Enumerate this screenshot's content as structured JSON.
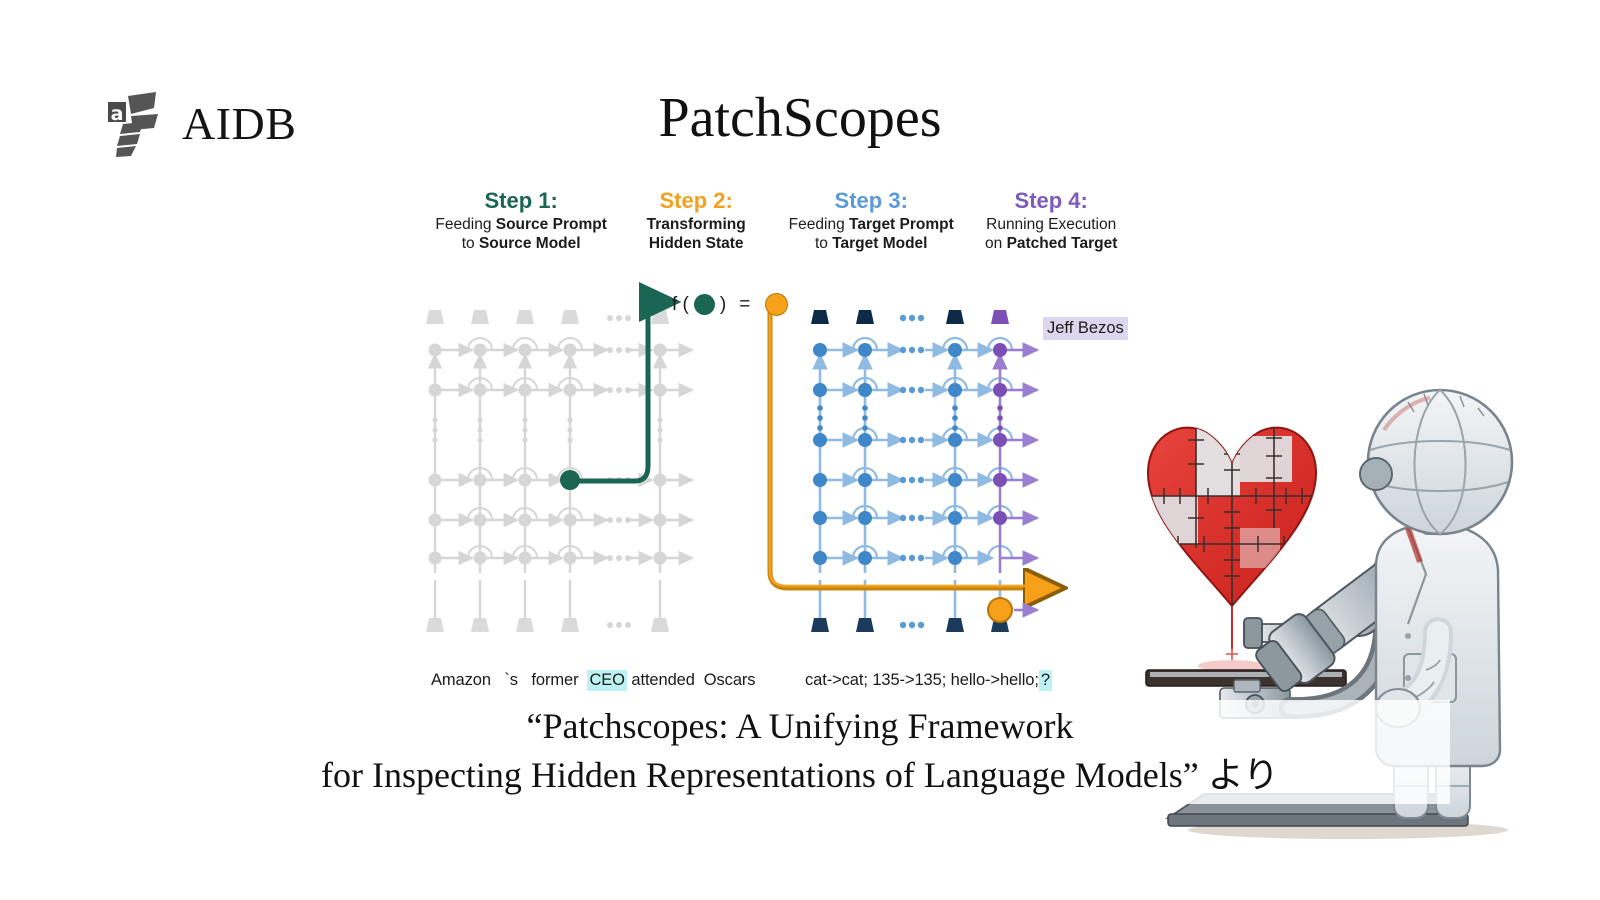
{
  "brand": {
    "logo_icon": "bee-logo-icon",
    "name": "AIDB"
  },
  "header": {
    "title": "PatchScopes"
  },
  "steps": [
    {
      "number": "Step 1:",
      "color": "#1b6555",
      "line1_plain": "Feeding ",
      "line1_bold": "Source Prompt",
      "line2_plain": "to ",
      "line2_bold": "Source Model"
    },
    {
      "number": "Step 2:",
      "color": "#f5a01e",
      "line1_plain": "",
      "line1_bold": "Transforming",
      "line2_plain": "",
      "line2_bold": "Hidden State"
    },
    {
      "number": "Step 3:",
      "color": "#5b9bd5",
      "line1_plain": "Feeding ",
      "line1_bold": "Target Prompt",
      "line2_plain": "to ",
      "line2_bold": "Target Model"
    },
    {
      "number": "Step 4:",
      "color": "#7c5bbd",
      "line1_plain": "Running Execution",
      "line1_bold": "",
      "line2_plain": "on ",
      "line2_bold": "Patched Target"
    }
  ],
  "diagram": {
    "function_notation": {
      "f_label": "f (",
      "close_paren": ")",
      "equals": "=",
      "source_dot_color": "#1b6555",
      "target_dot_color": "#f6a119",
      "arrow_icon": "curved-arrow-icon"
    },
    "source_model": {
      "label": "source-transformer-grid",
      "grid_color": "#d4d4d4",
      "highlight_color": "#1b6555",
      "columns": 5,
      "rows": 6,
      "patched_cell": {
        "column": 4,
        "row": 3
      },
      "prompt_tokens": [
        "Amazon",
        "`s",
        "former",
        "CEO",
        "attended",
        "Oscars"
      ],
      "highlighted_token": "CEO",
      "highlight_bg": "#bdf1f2"
    },
    "target_model": {
      "label": "target-transformer-grid",
      "grid_color": "#5b9bd5",
      "last_column_color": "#7c5bbd",
      "patch_color": "#f6a119",
      "columns": 5,
      "rows": 6,
      "prompt_text": "cat->cat; 135->135; hello->hello; ",
      "prompt_last_token": "?",
      "highlight_bg": "#bdf1f2",
      "output_label": "Jeff Bezos",
      "output_bg": "#dcd7ee"
    },
    "patch_arrow": {
      "label": "patch-arrow",
      "color": "#c8860d"
    }
  },
  "illustration": {
    "name": "robot-scientist-microscope-heart",
    "alt": "Sketch of a robot in a lab coat looking through a microscope at a patched heart"
  },
  "caption": {
    "line1": "“Patchscopes: A Unifying Framework",
    "line2": "for Inspecting Hidden Representations of Language Models” より"
  }
}
